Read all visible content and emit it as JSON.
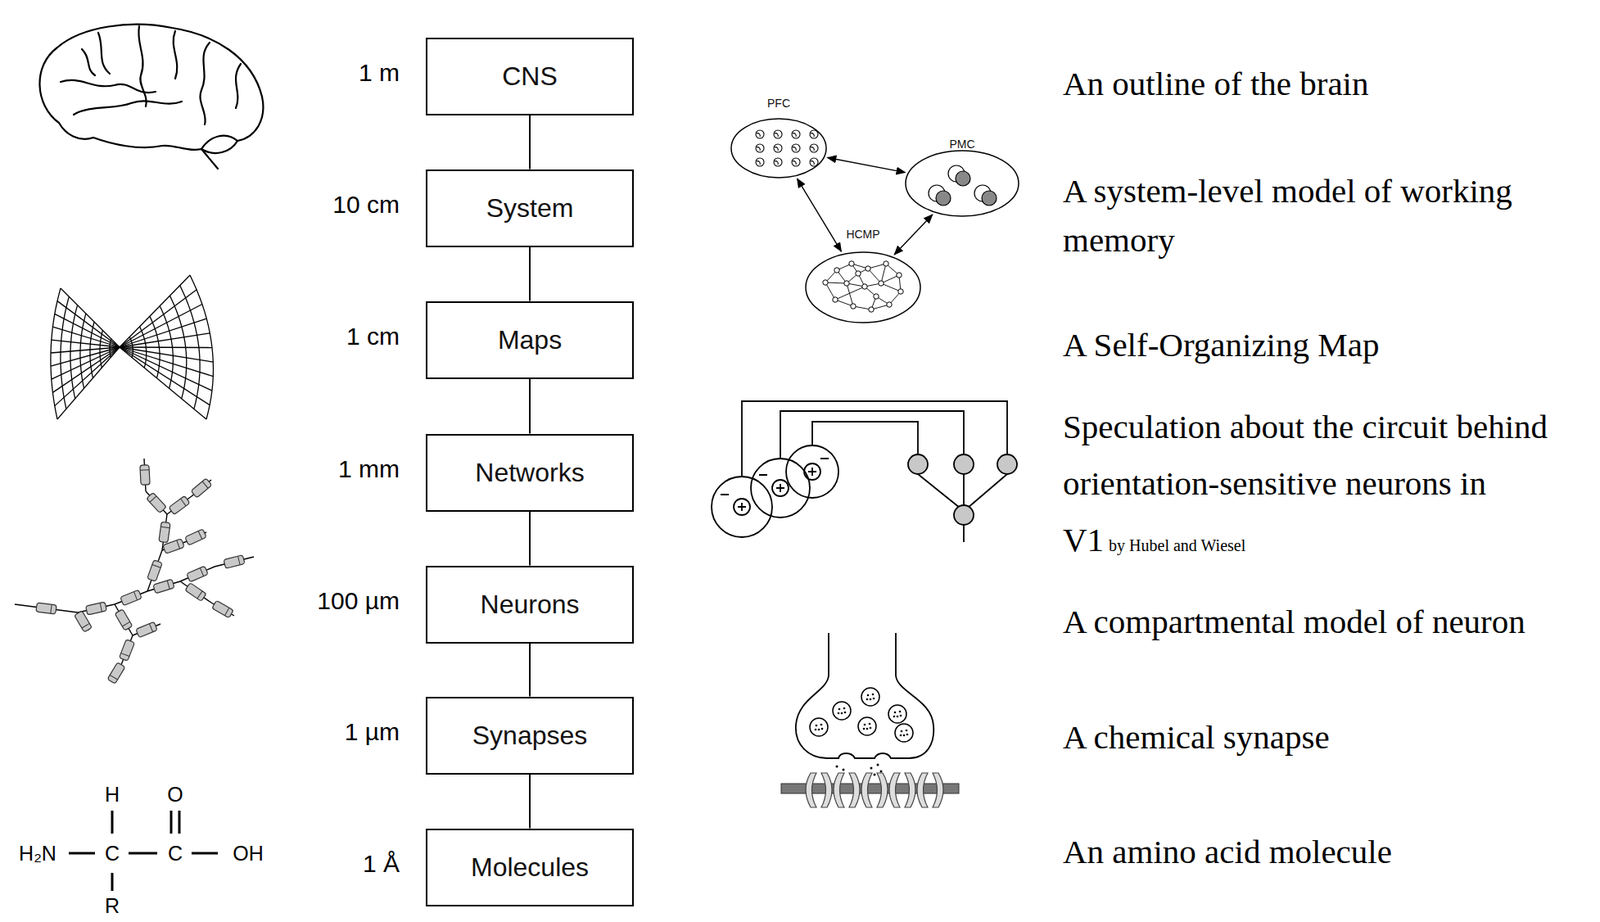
{
  "diagram": {
    "nodes": [
      {
        "text": [
          "CNS"
        ]
      },
      {
        "text": [
          "System"
        ]
      },
      {
        "text": [
          "Maps"
        ]
      },
      {
        "text": [
          "Networks"
        ]
      },
      {
        "text": [
          "Neurons"
        ]
      },
      {
        "text": [
          "Synapses"
        ]
      },
      {
        "text": [
          "Molecules"
        ]
      },
      {
        "text": [
          "PFC"
        ]
      },
      {
        "text": [
          "PMC"
        ]
      },
      {
        "text": [
          "HCMP"
        ]
      }
    ],
    "edges": [
      {
        "from": 0,
        "to": 1,
        "arrow": "none"
      },
      {
        "from": 1,
        "to": 2,
        "arrow": "none"
      },
      {
        "from": 2,
        "to": 3,
        "arrow": "none"
      },
      {
        "from": 3,
        "to": 4,
        "arrow": "none"
      },
      {
        "from": 4,
        "to": 5,
        "arrow": "none"
      },
      {
        "from": 5,
        "to": 6,
        "arrow": "none"
      },
      {
        "from": 7,
        "to": 8,
        "arrow": "both"
      },
      {
        "from": 7,
        "to": 9,
        "arrow": "both"
      },
      {
        "from": 8,
        "to": 9,
        "arrow": "both"
      }
    ],
    "labels": [
      "1 m",
      "10 cm",
      "1 cm",
      "1 mm",
      "100 µm",
      "1 µm",
      "1 Å",
      "An outline of the brain",
      "A system-level model of working memory",
      "A Self-Organizing Map",
      "Speculation about the circuit behind orientation-sensitive neurons in V1",
      "by Hubel and Wiesel",
      "A compartmental model of neuron",
      "A chemical synapse",
      "An amino acid molecule",
      "H",
      "O",
      "H₂N",
      "C",
      "C",
      "OH",
      "R"
    ]
  }
}
